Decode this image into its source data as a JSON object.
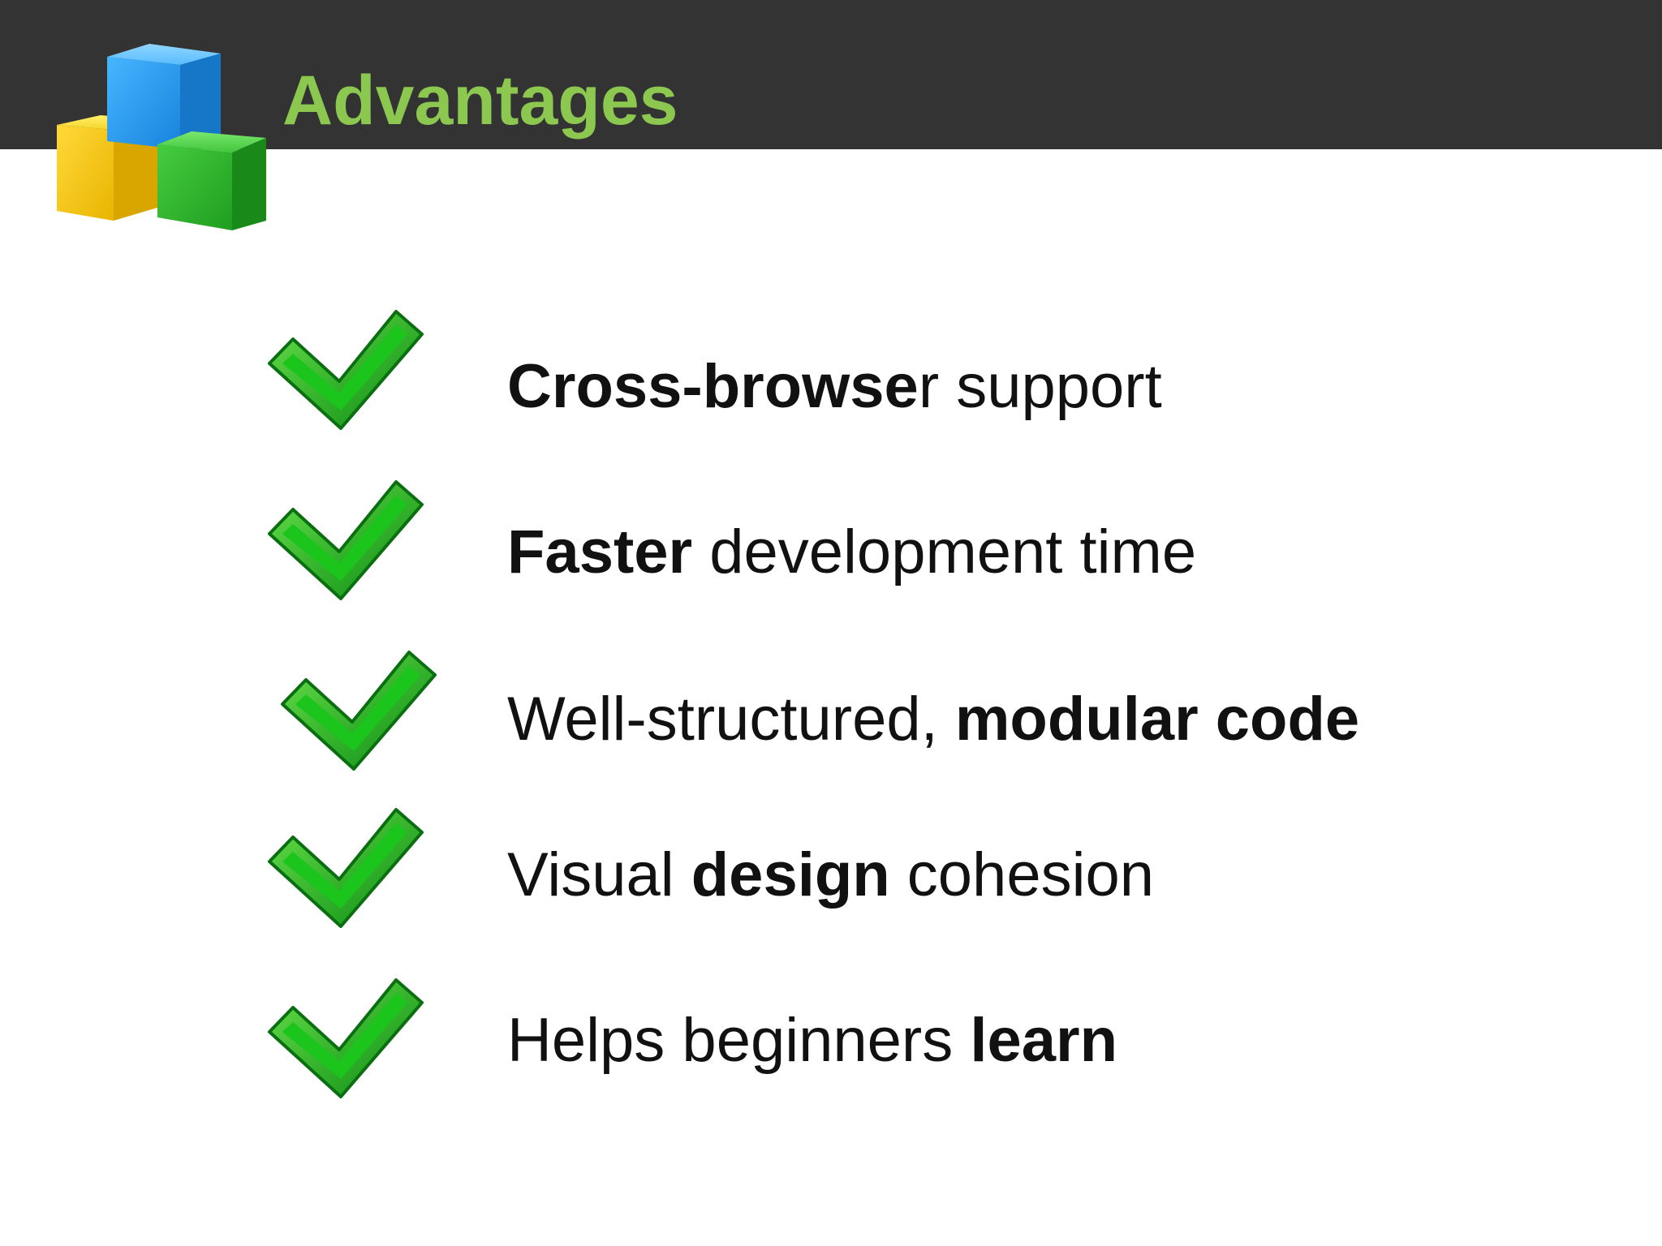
{
  "slide": {
    "title": "Advantages",
    "logo_icon": "stacked-cubes-icon",
    "check_icon": "checkmark-icon",
    "colors": {
      "header_background": "#333333",
      "title": "#8cc74f",
      "check_green": "#19b319",
      "cube_blue": "#3aaef0",
      "cube_yellow": "#f5c91f",
      "cube_green": "#36b836"
    },
    "items": [
      {
        "bold_1": "Cross-browse",
        "text_1": "r support",
        "bold_2": "",
        "text_2": ""
      },
      {
        "bold_1": "Faster",
        "text_1": " development time",
        "bold_2": "",
        "text_2": ""
      },
      {
        "bold_1": "",
        "text_1": "Well-structured, ",
        "bold_2": "modular code",
        "text_2": ""
      },
      {
        "bold_1": "",
        "text_1": "Visual ",
        "bold_2": "design",
        "text_2": " cohesion"
      },
      {
        "bold_1": "",
        "text_1": "Helps beginners ",
        "bold_2": "learn",
        "text_2": ""
      }
    ]
  }
}
